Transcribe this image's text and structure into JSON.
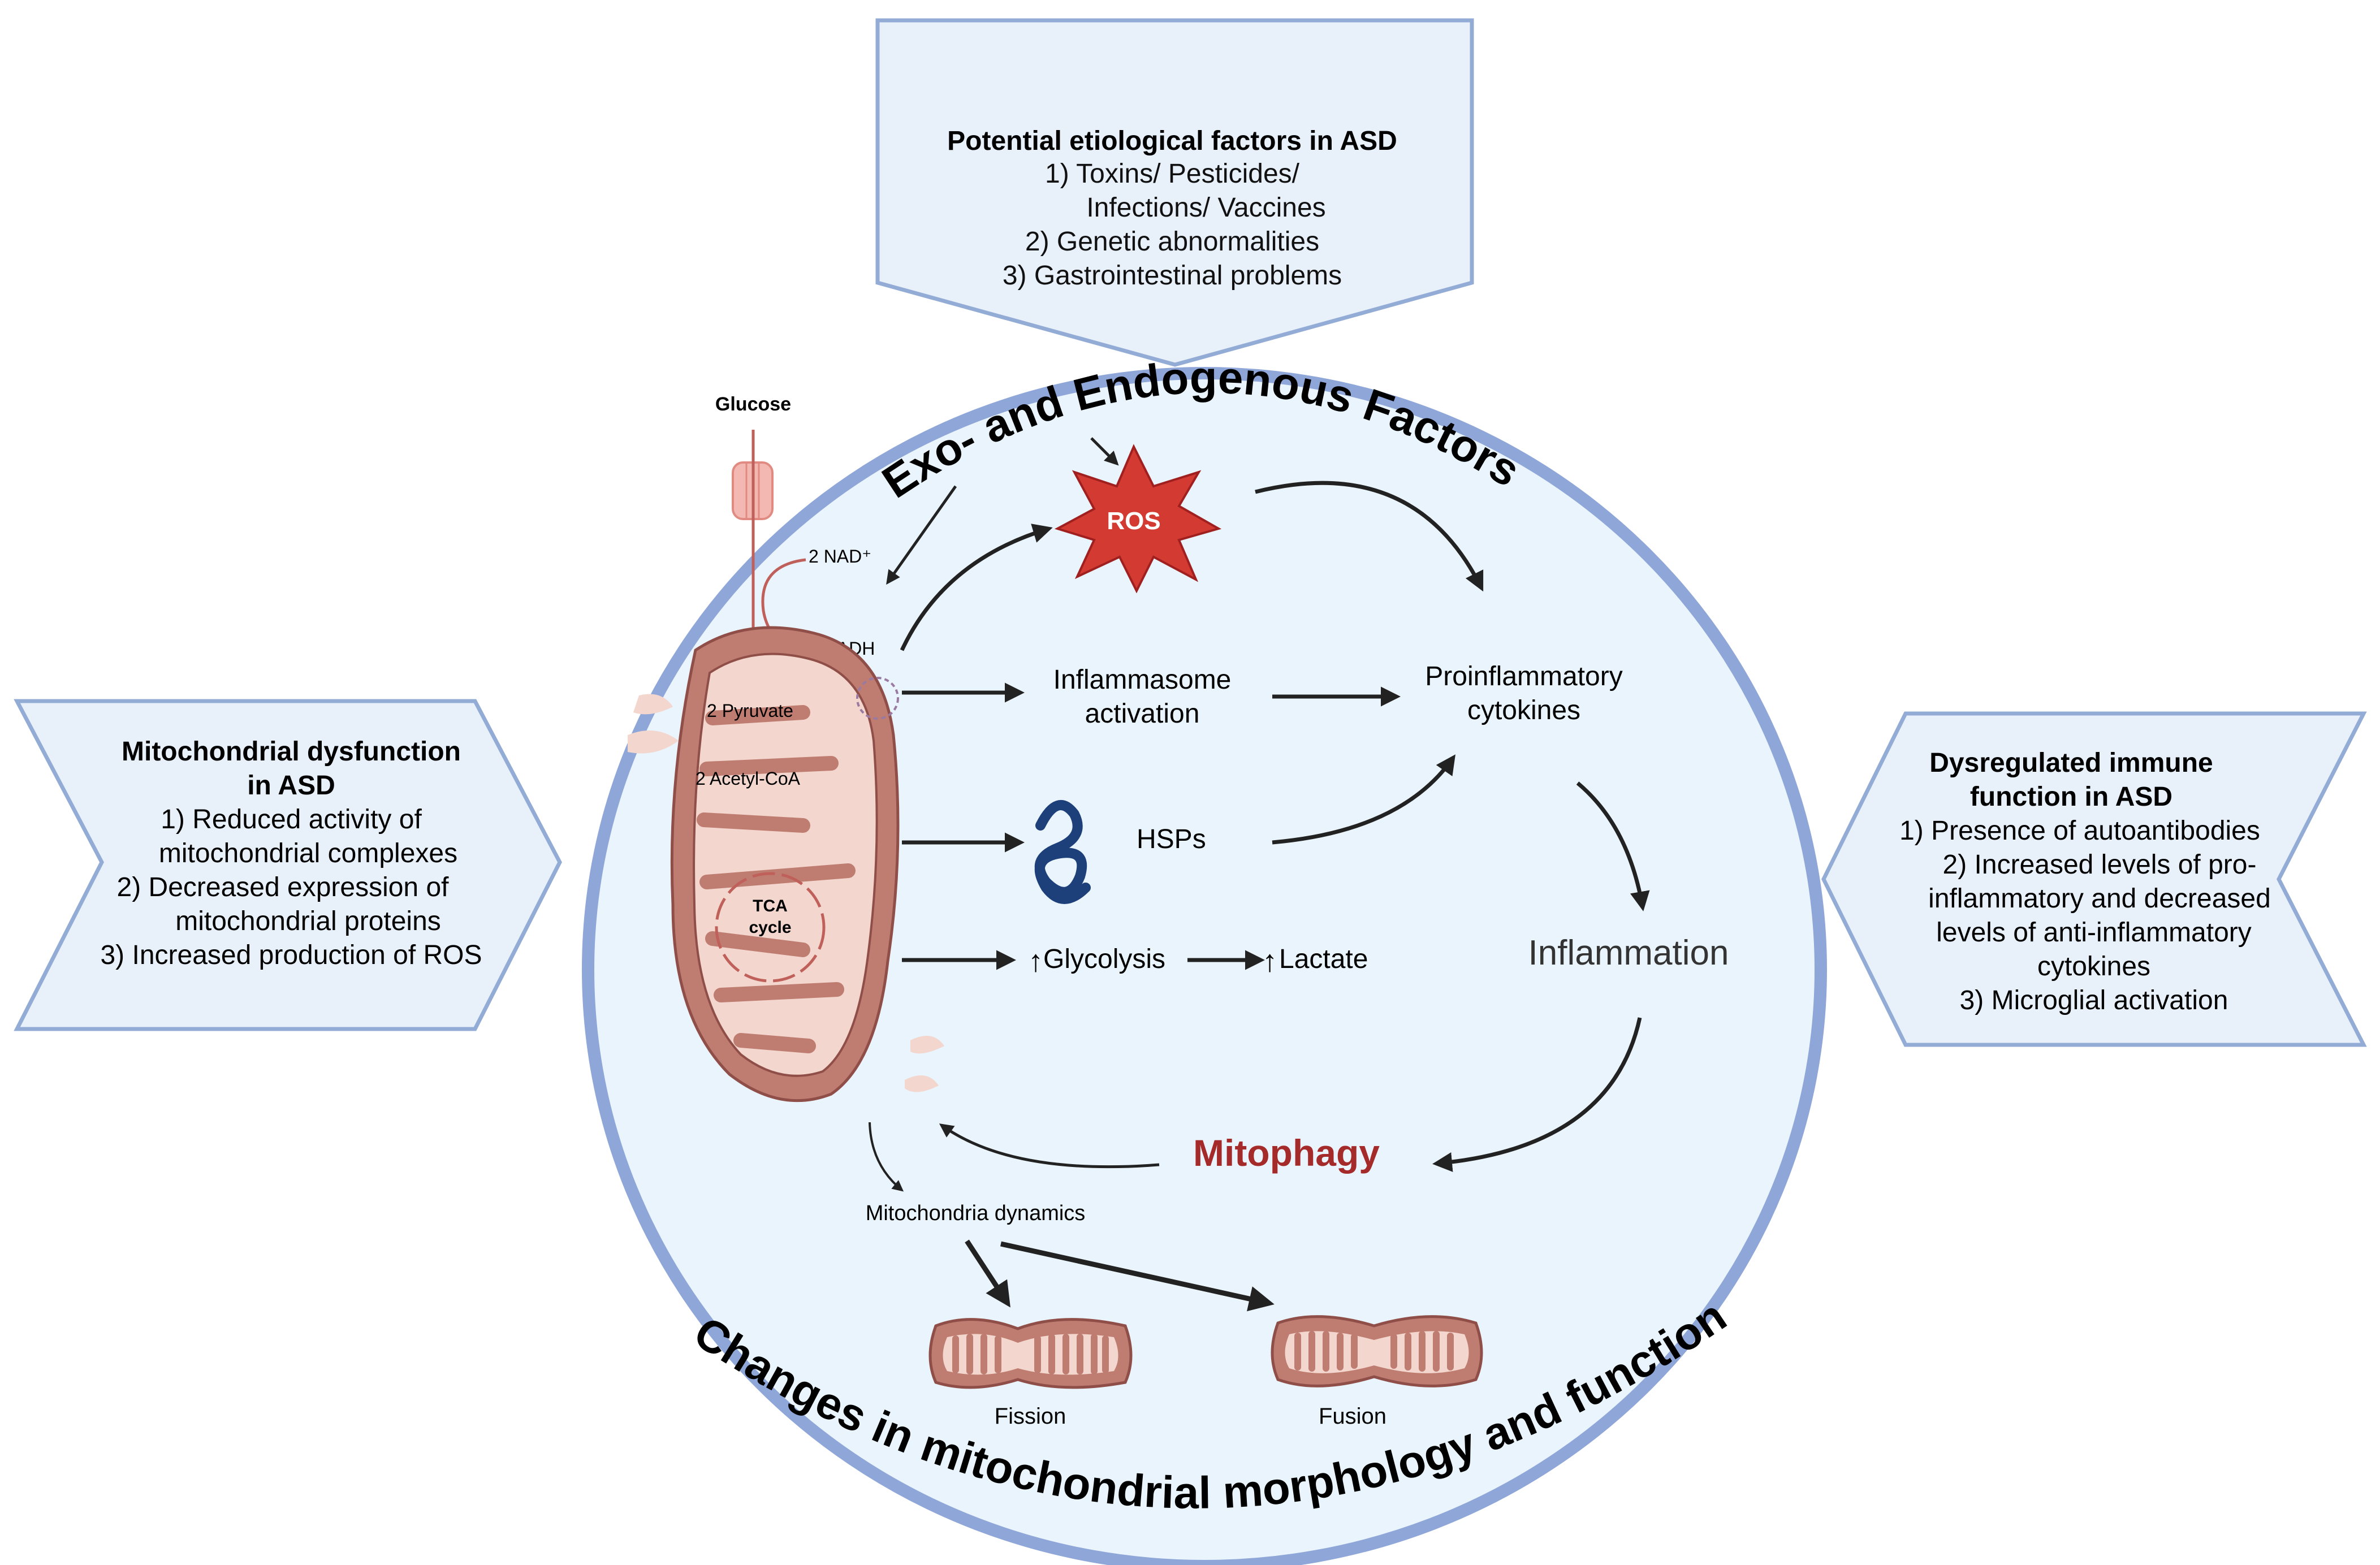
{
  "top_box": {
    "title": "Potential etiological factors in ASD",
    "lines": [
      "1) Toxins/ Pesticides/",
      "Infections/ Vaccines",
      "2) Genetic abnormalities",
      "3) Gastrointestinal problems"
    ]
  },
  "left_box": {
    "title_lines": [
      "Mitochondrial dysfunction",
      "in ASD"
    ],
    "lines": [
      "1) Reduced activity of",
      "mitochondrial complexes",
      "2) Decreased expression of",
      "mitochondrial proteins",
      "3) Increased production of ROS"
    ]
  },
  "right_box": {
    "title_lines": [
      "Dysregulated immune",
      "function in ASD"
    ],
    "lines": [
      "1) Presence of autoantibodies",
      "2) Increased levels of pro-",
      "inflammatory and decreased",
      "levels of anti-inflammatory",
      "cytokines",
      "3) Microglial activation"
    ]
  },
  "arc_top": "Exo- and Endogenous Factors",
  "arc_bottom": "Changes in mitochondrial morphology and function",
  "labels": {
    "glucose": "Glucose",
    "nad": "2 NAD⁺",
    "nadh": "2 NADH",
    "pyruvate": "2 Pyruvate",
    "acetyl": "2 Acetyl-CoA",
    "tca1": "TCA",
    "tca2": "cycle",
    "ros": "ROS",
    "inflammasome1": "Inflammasome",
    "inflammasome2": "activation",
    "proinf1": "Proinflammatory",
    "proinf2": "cytokines",
    "hsps": "HSPs",
    "glycolysis": "Glycolysis",
    "lactate": "Lactate",
    "inflammation": "Inflammation",
    "mitophagy": "Mitophagy",
    "dynamics": "Mitochondria dynamics",
    "fission": "Fission",
    "fusion": "Fusion"
  },
  "colors": {
    "box_fill": "#e8f0fa",
    "box_stroke": "#93acd6",
    "circle_fill": "#eaf4fd",
    "circle_stroke": "#8fa6d8",
    "mito_outer": "#bf7d72",
    "mito_inner": "#f3d6cd",
    "ros": "#d23a32",
    "mitophagy": "#a52a2a",
    "arrow": "#222222"
  }
}
